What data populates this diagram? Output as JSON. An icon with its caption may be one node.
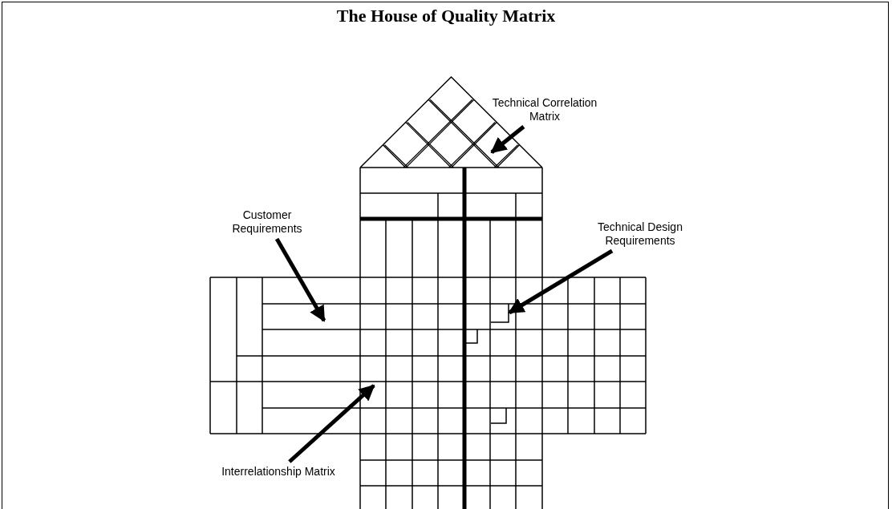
{
  "diagram": {
    "title": "The House of Quality Matrix",
    "nodes": [
      {
        "text": [
          "Technical Correlation Matrix"
        ]
      },
      {
        "text": [
          "Customer Requirements"
        ]
      },
      {
        "text": [
          "Technical Design Requirements"
        ]
      },
      {
        "text": [
          "Interrelationship Matrix"
        ]
      }
    ],
    "edges": [
      {
        "from": 0,
        "to": null,
        "arrow": "to"
      },
      {
        "from": 1,
        "to": null,
        "arrow": "to"
      },
      {
        "from": 2,
        "to": null,
        "arrow": "to"
      },
      {
        "from": 3,
        "to": null,
        "arrow": "to"
      }
    ]
  }
}
